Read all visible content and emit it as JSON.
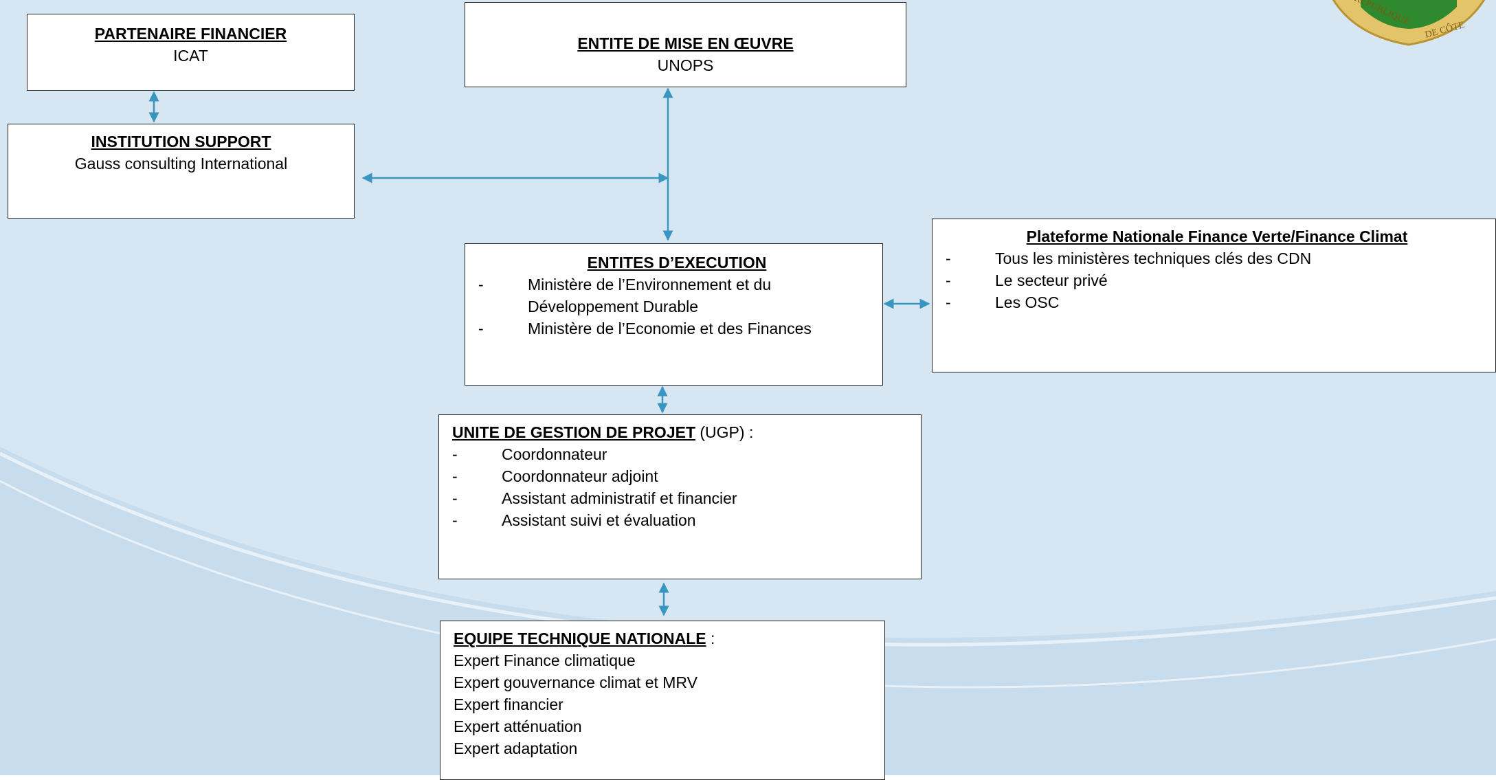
{
  "colors": {
    "background": "#d6e6f2",
    "swoosh": "#c3d9ec",
    "arrow": "#3a95c0",
    "box_border": "#222222"
  },
  "partenaire": {
    "title": "PARTENAIRE FINANCIER",
    "value": "ICAT"
  },
  "entite_mise": {
    "title": "ENTITE DE MISE EN ŒUVRE",
    "value": "UNOPS"
  },
  "institution": {
    "title": "INSTITUTION SUPPORT",
    "value": "Gauss consulting International"
  },
  "entites_exec": {
    "title": "ENTITES D’EXECUTION",
    "items": [
      "Ministère de l’Environnement et du Développement Durable",
      "Ministère de l’Economie et des Finances"
    ]
  },
  "plateforme": {
    "title": "Plateforme Nationale Finance Verte/Finance Climat",
    "items": [
      "Tous les ministères techniques clés des CDN",
      "Le secteur privé",
      "Les OSC"
    ]
  },
  "ugp": {
    "title": "UNITE DE GESTION DE PROJET",
    "suffix": " (UGP) :",
    "items": [
      "Coordonnateur",
      "Coordonnateur adjoint",
      "Assistant administratif et financier",
      "Assistant suivi et évaluation"
    ]
  },
  "equipe": {
    "title": "EQUIPE TECHNIQUE NATIONALE",
    "suffix": " :",
    "items": [
      "Expert Finance climatique",
      "Expert gouvernance climat et MRV",
      "Expert financier",
      "Expert atténuation",
      "Expert adaptation"
    ]
  },
  "emblem": {
    "text_left": "RÉPUBLIQUE",
    "text_right": "DE CÔTE"
  },
  "dash": "-"
}
